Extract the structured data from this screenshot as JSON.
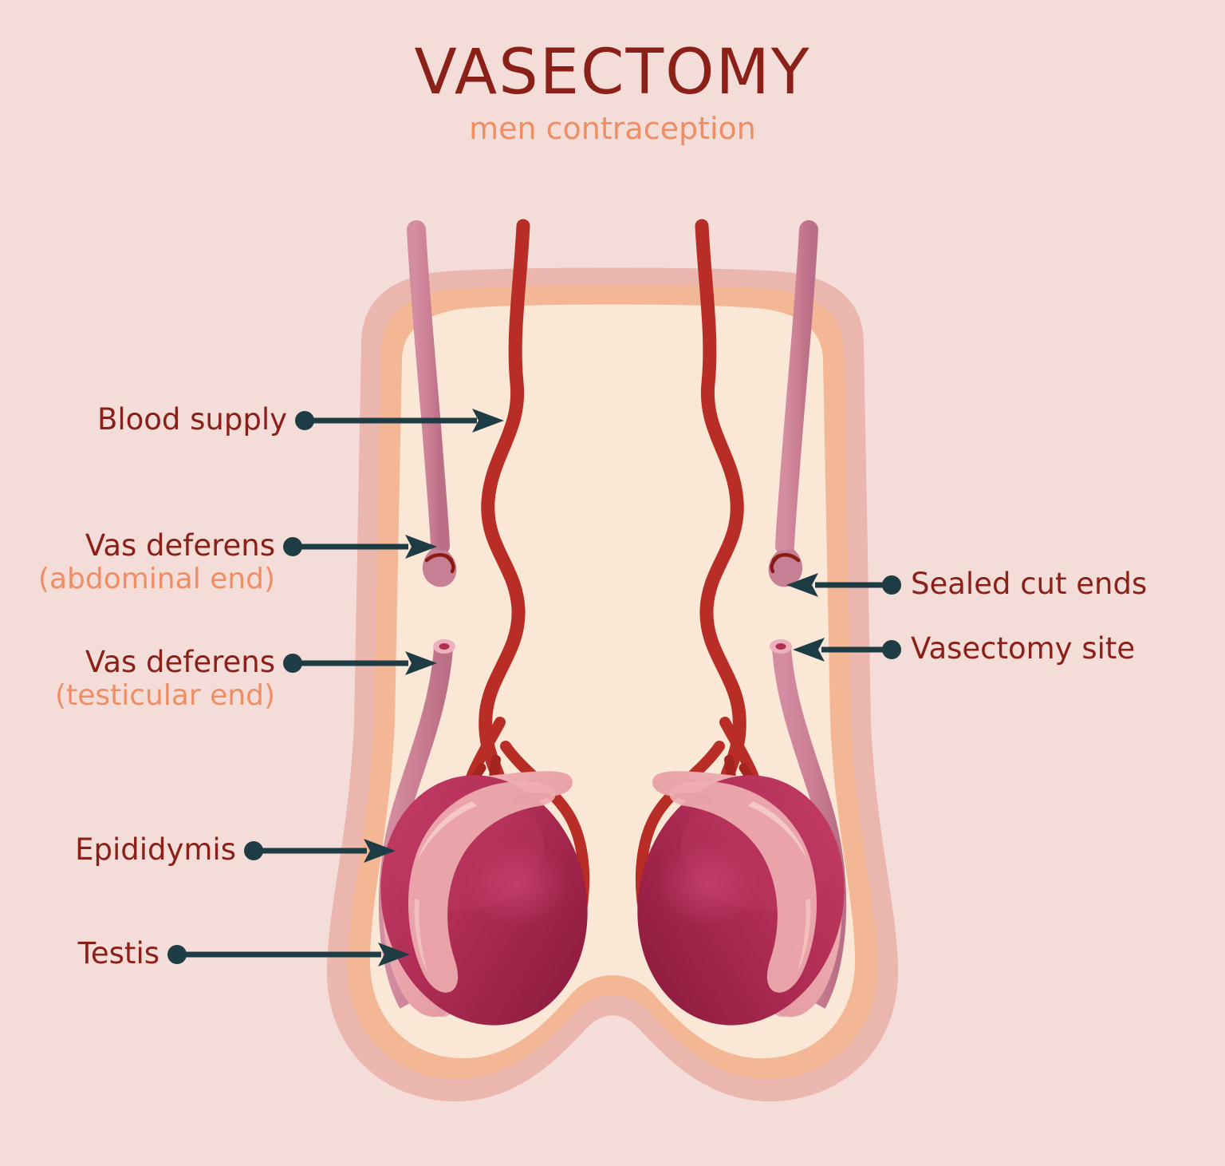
{
  "title": {
    "main": "VASECTOMY",
    "subtitle": "men contraception"
  },
  "labels": {
    "blood_supply": "Blood supply",
    "vas_abdominal_main": "Vas deferens",
    "vas_abdominal_sub": "(abdominal end)",
    "vas_testicular_main": "Vas deferens",
    "vas_testicular_sub": "(testicular end)",
    "epididymis": "Epididymis",
    "testis": "Testis",
    "sealed_cut_ends": "Sealed cut ends",
    "vasectomy_site": "Vasectomy site"
  },
  "colors": {
    "background": "#f4dcd8",
    "title_maroon": "#8a2017",
    "subtitle_salmon": "#ef8e63",
    "arrow_navy": "#1d3c44",
    "scrotum_outer": "#eab6ae",
    "scrotum_middle": "#f4b795",
    "scrotum_inner": "#fbe7d6",
    "vas_deferens": "#cd8196",
    "vas_deferens_shade": "#bd7089",
    "blood_vessel": "#b92d27",
    "blood_vessel_dark": "#a42420",
    "testis": "#ad2550",
    "testis_highlight": "#d04874",
    "epididymis": "#e9a0a6",
    "epididymis_light": "#f0b9ba",
    "suture": "#8a1a14",
    "lumen_ring": "#eeb0bf",
    "lumen_center": "#b03050"
  },
  "anatomy": {
    "parts": [
      "scrotum",
      "vas-deferens-left-abdominal",
      "vas-deferens-left-testicular",
      "vas-deferens-right-abdominal",
      "vas-deferens-right-testicular",
      "blood-vessel-left",
      "blood-vessel-right",
      "testis-left",
      "testis-right",
      "epididymis-left",
      "epididymis-right",
      "sealed-end-left",
      "sealed-end-right",
      "lumen-left",
      "lumen-right"
    ]
  }
}
